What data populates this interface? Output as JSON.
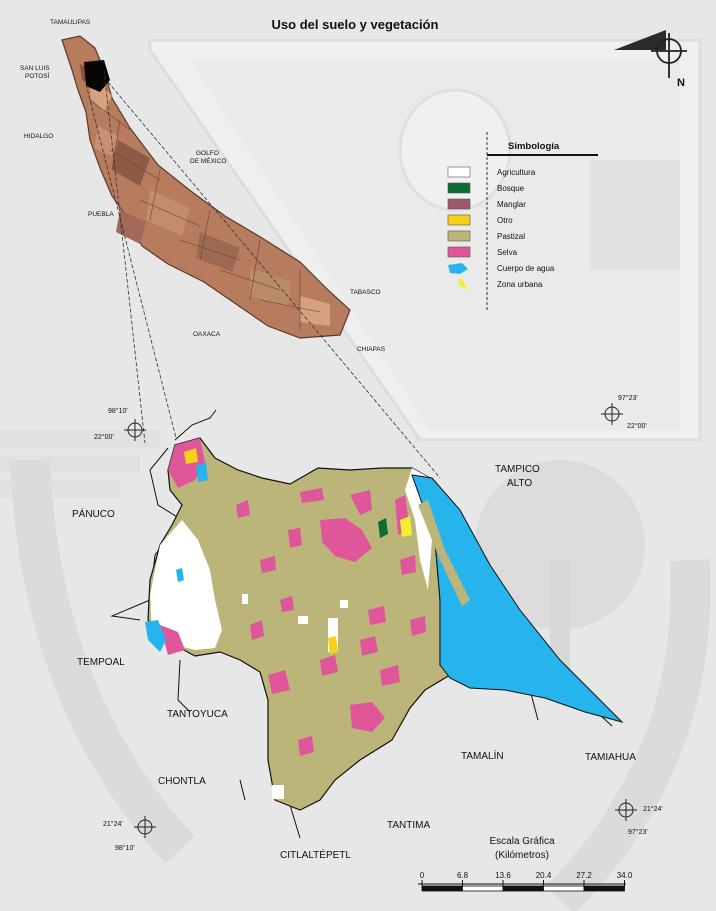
{
  "title": "Uso del suelo y vegetación",
  "north_arrow": {
    "label": "N"
  },
  "legend": {
    "title": "Simbología",
    "items": [
      {
        "label": "Agricultura",
        "color": "#ffffff"
      },
      {
        "label": "Bosque",
        "color": "#0d6b34"
      },
      {
        "label": "Manglar",
        "color": "#9c5a6a"
      },
      {
        "label": "Otro",
        "color": "#f7d117"
      },
      {
        "label": "Pastizal",
        "color": "#bcb57a"
      },
      {
        "label": "Selva",
        "color": "#e0569a"
      },
      {
        "label": "Cuerpo de agua",
        "color": "#25b5ec"
      },
      {
        "label": "Zona urbana",
        "color": "#f2ef2c"
      }
    ]
  },
  "inset_labels": {
    "tamaulipas": "TAMAULIPAS",
    "san_luis_1": "SAN LUIS",
    "san_luis_2": "POTOSÍ",
    "hidalgo": "HIDALGO",
    "golfo_1": "GOLFO",
    "golfo_2": "DE MÉXICO",
    "puebla": "PUEBLA",
    "tabasco": "TABASCO",
    "oaxaca": "OAXACA",
    "chiapas": "CHIAPAS"
  },
  "coordinates": {
    "tl_lon": "98°10'",
    "tl_lat": "22°00'",
    "tr_lon": "97°23'",
    "tr_lat": "22°00'",
    "bl_lat": "21°24'",
    "bl_lon": "98°10'",
    "br_lat": "21°24'",
    "br_lon": "97°23'"
  },
  "municipalities": {
    "panuco": "PÁNUCO",
    "tampico_1": "TAMPICO",
    "tampico_2": "ALTO",
    "tempoal": "TEMPOAL",
    "tantoyuca": "TANTOYUCA",
    "chontla": "CHONTLA",
    "tamalin": "TAMALÍN",
    "tamiahua": "TAMIAHUA",
    "tantima": "TANTIMA",
    "citlaltepetl": "CITLALTÉPETL"
  },
  "scale": {
    "title": "Escala Gráfica",
    "unit": "(Kilómetros)",
    "ticks": [
      "0",
      "6.8",
      "13.6",
      "20.4",
      "27.2",
      "34.0"
    ]
  }
}
